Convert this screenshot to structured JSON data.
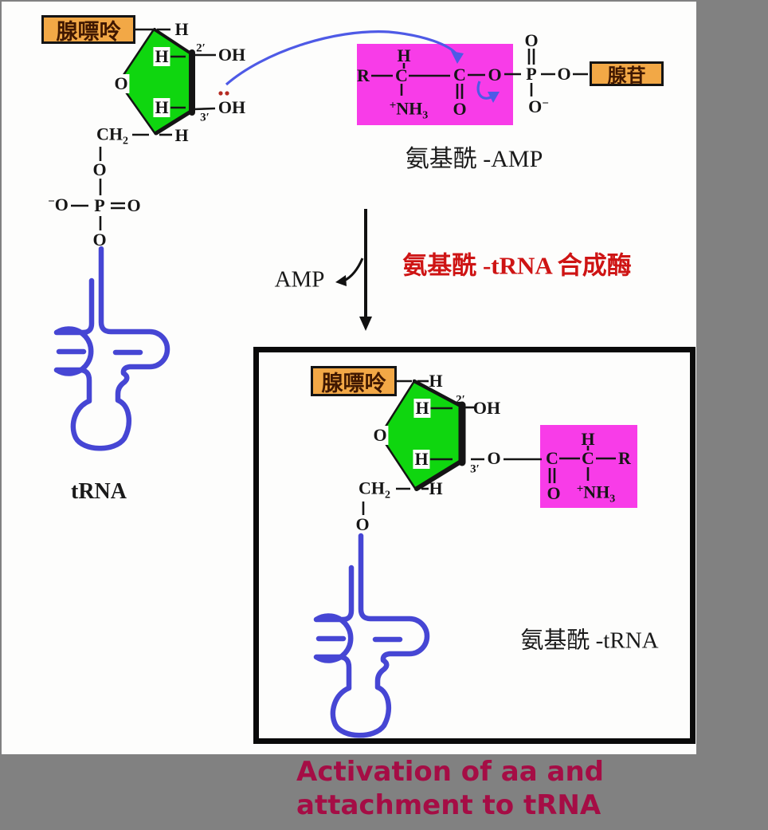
{
  "labels": {
    "adenine": "腺嘌呤",
    "adenosine": "腺苷",
    "aminoacyl_amp": "氨基酰 -AMP",
    "enzyme": "氨基酰 -tRNA 合成酶",
    "amp": "AMP",
    "trna": "tRNA",
    "aminoacyl_trna": "氨基酰 -tRNA",
    "caption_line1": "Activation of aa and",
    "caption_line2": "attachment to tRNA"
  },
  "atoms": {
    "H": "H",
    "O": "O",
    "OH": "OH",
    "C": "C",
    "P": "P",
    "R": "R",
    "CH": "CH",
    "NH": "NH",
    "sub_2": "2",
    "sub_3": "3",
    "plus": "+",
    "minus": "−",
    "prime_2": "2′",
    "prime_3": "3′"
  },
  "colors": {
    "background_gray": "#818181",
    "canvas_white": "#FDFDFC",
    "base_box_orange": "#F2A846",
    "ribose_green": "#0FD60F",
    "amino_acid_magenta": "#F83CE8",
    "trna_blue": "#4646D4",
    "mechanism_arrow_blue": "#4E5AE6",
    "enzyme_text_red": "#CE1414",
    "caption_red": "#A50D45",
    "bond_black": "#161616",
    "lone_pair_red": "#B52B22"
  }
}
